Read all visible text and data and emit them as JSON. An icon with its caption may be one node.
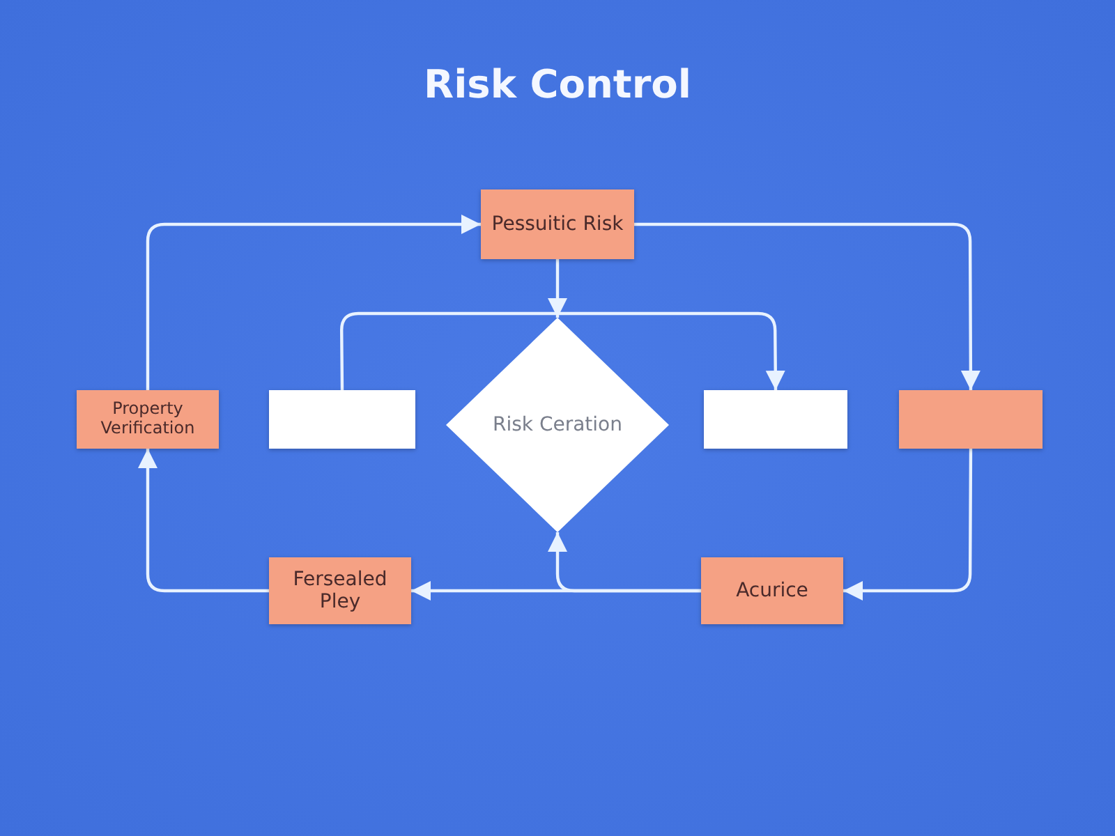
{
  "diagram": {
    "title": "Risk Control",
    "nodes": [
      {
        "text": [
          "Pessuitic Risk"
        ]
      },
      {
        "text": [
          "Property Verification"
        ]
      },
      {
        "text": [],
        "shape": "box"
      },
      {
        "text": [
          "Risk Ceration"
        ]
      },
      {
        "text": [],
        "shape": "box"
      },
      {
        "text": [],
        "shape": "box"
      },
      {
        "text": [
          "Fersealed Pley"
        ]
      },
      {
        "text": [
          "Acurice"
        ]
      }
    ],
    "edges": [
      {
        "from": 1,
        "to": 0,
        "arrow": "to"
      },
      {
        "from": 0,
        "to": 5,
        "arrow": "to"
      },
      {
        "from": 0,
        "to": 3,
        "arrow": "to"
      },
      {
        "from": 2,
        "to": 4,
        "arrow": "to"
      },
      {
        "from": 5,
        "to": 7,
        "arrow": "to"
      },
      {
        "from": 7,
        "to": 3,
        "arrow": "to"
      },
      {
        "from": 7,
        "to": 6,
        "arrow": "to"
      },
      {
        "from": 6,
        "to": 1,
        "arrow": "to"
      }
    ]
  }
}
